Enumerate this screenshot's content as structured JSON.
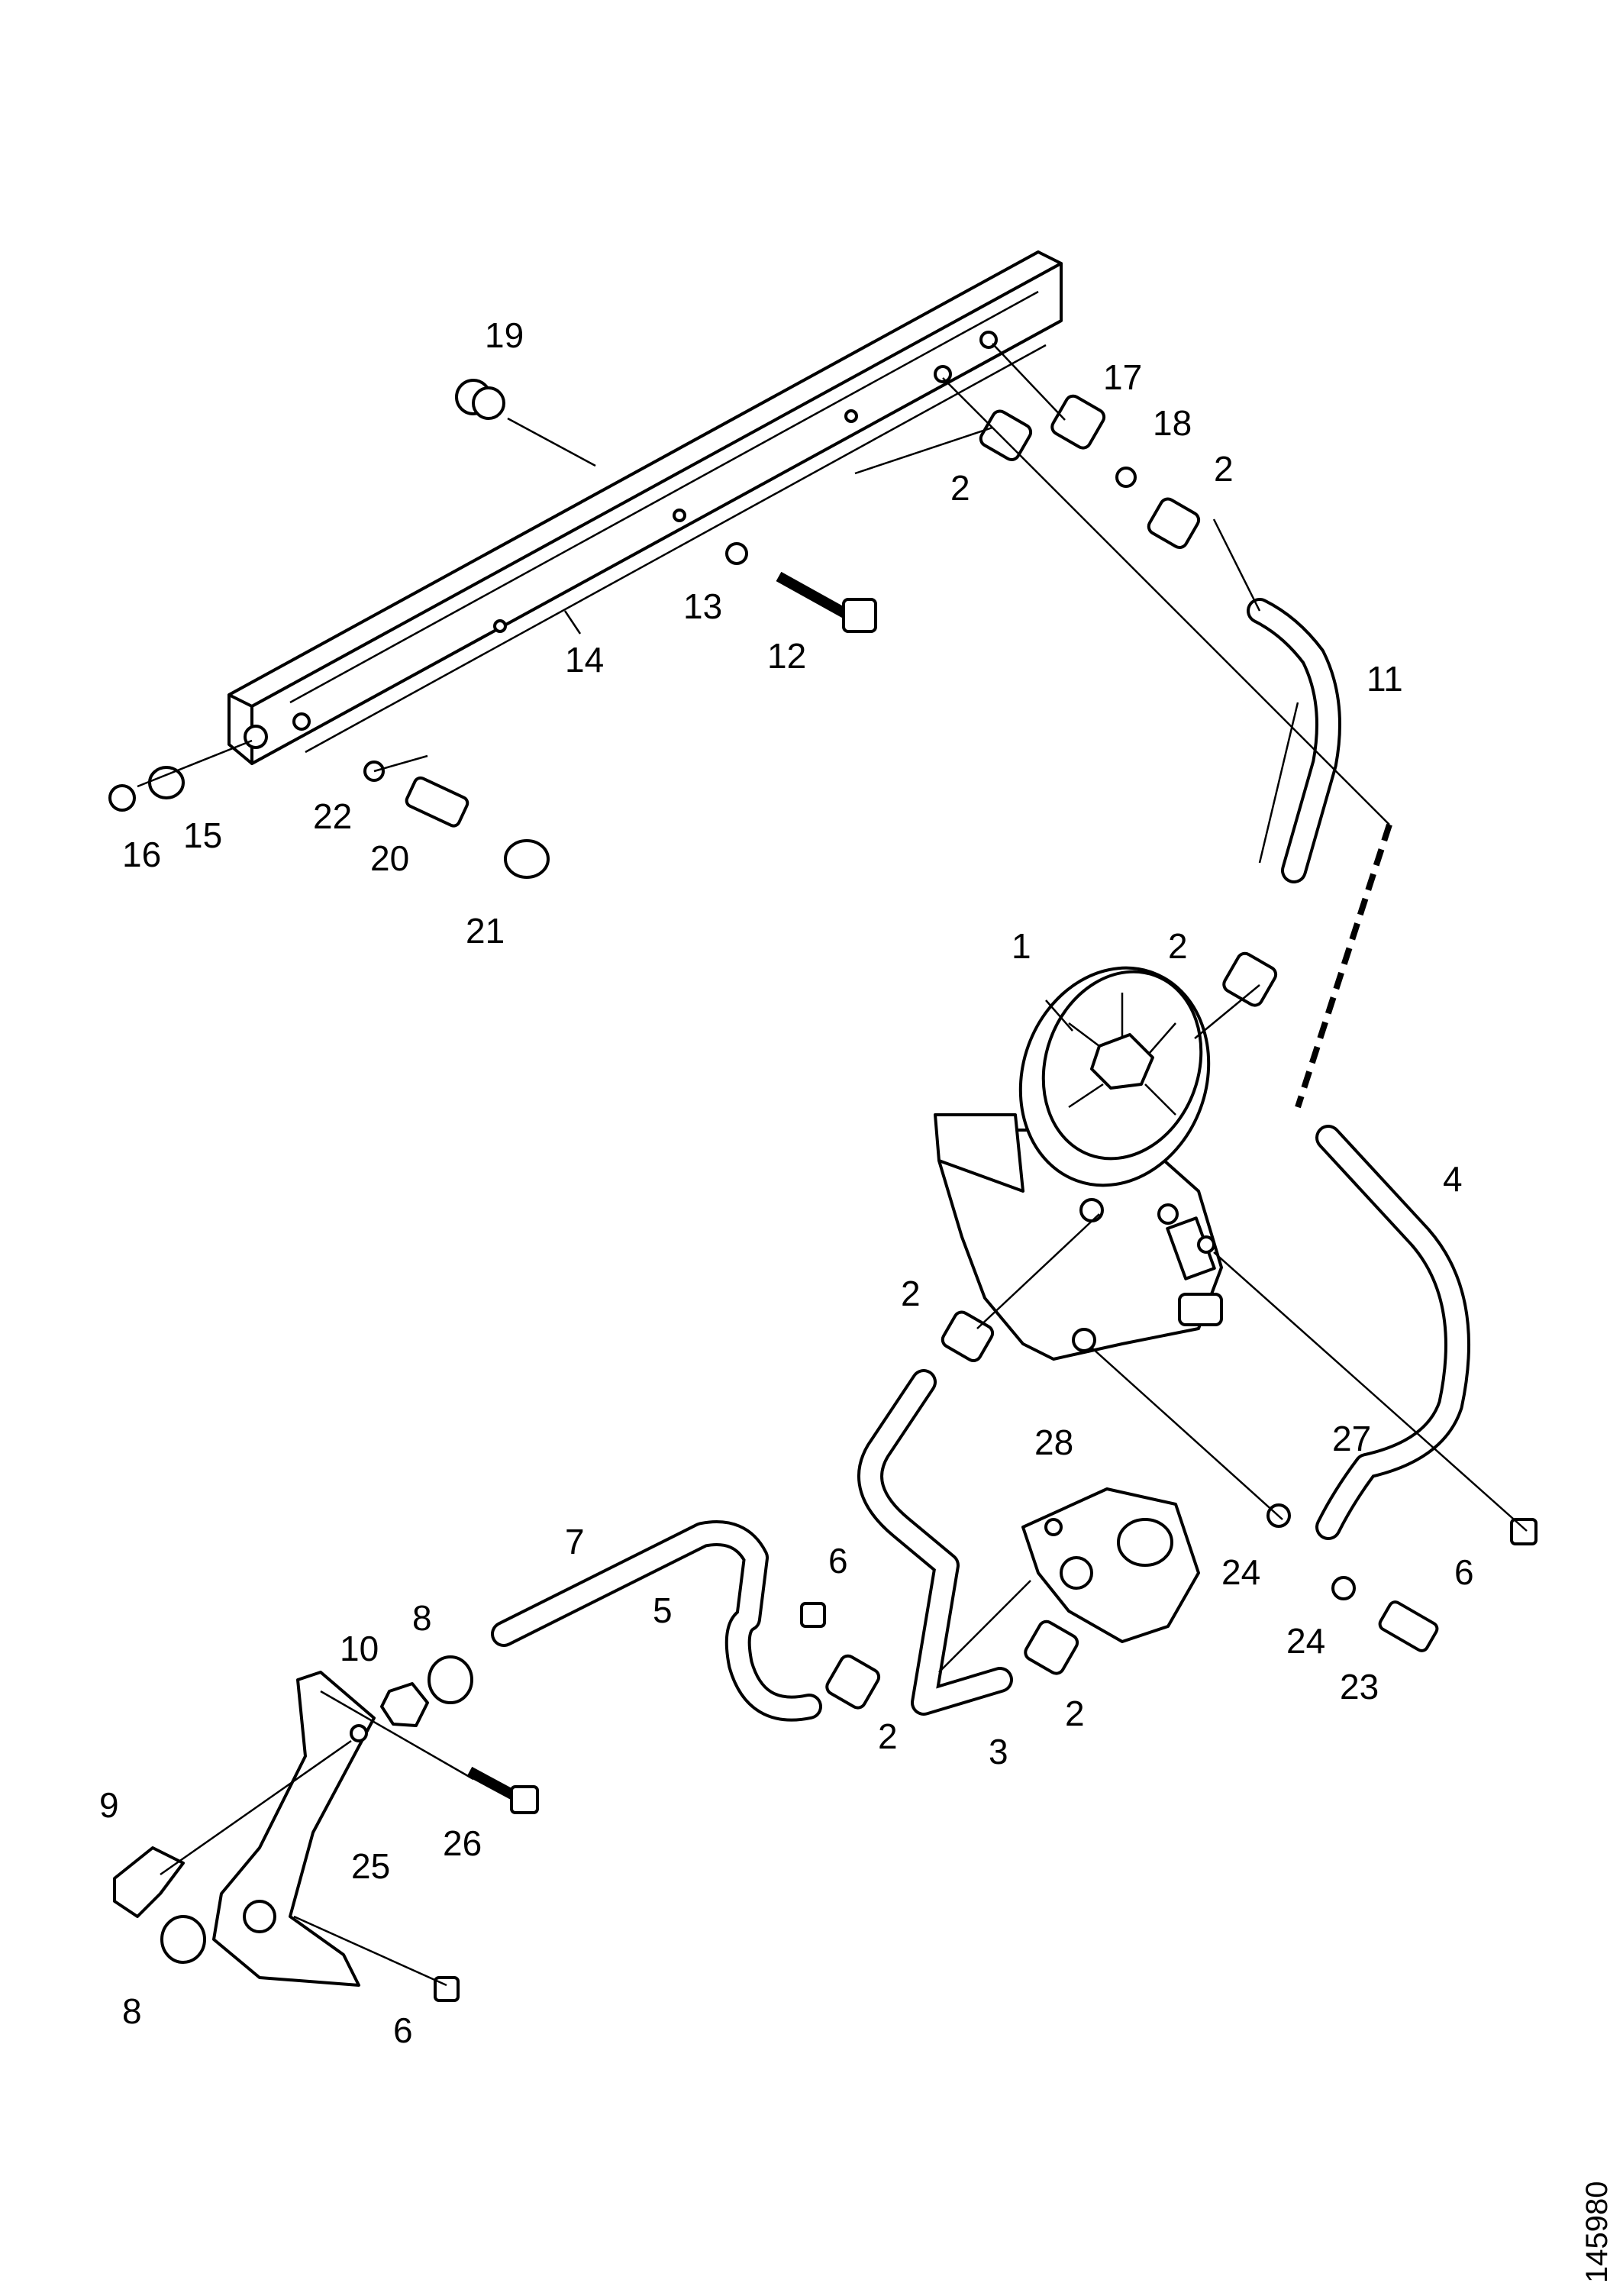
{
  "figure_id": "145980",
  "callouts": [
    {
      "key": "c1",
      "label": "1"
    },
    {
      "key": "c2a",
      "label": "2"
    },
    {
      "key": "c2b",
      "label": "2"
    },
    {
      "key": "c2c",
      "label": "2"
    },
    {
      "key": "c2d",
      "label": "2"
    },
    {
      "key": "c2e",
      "label": "2"
    },
    {
      "key": "c2f",
      "label": "2"
    },
    {
      "key": "c3",
      "label": "3"
    },
    {
      "key": "c4",
      "label": "4"
    },
    {
      "key": "c5",
      "label": "5"
    },
    {
      "key": "c6a",
      "label": "6"
    },
    {
      "key": "c6b",
      "label": "6"
    },
    {
      "key": "c6c",
      "label": "6"
    },
    {
      "key": "c7",
      "label": "7"
    },
    {
      "key": "c8a",
      "label": "8"
    },
    {
      "key": "c8b",
      "label": "8"
    },
    {
      "key": "c9",
      "label": "9"
    },
    {
      "key": "c10",
      "label": "10"
    },
    {
      "key": "c11",
      "label": "11"
    },
    {
      "key": "c12",
      "label": "12"
    },
    {
      "key": "c13",
      "label": "13"
    },
    {
      "key": "c14",
      "label": "14"
    },
    {
      "key": "c15",
      "label": "15"
    },
    {
      "key": "c16",
      "label": "16"
    },
    {
      "key": "c17",
      "label": "17"
    },
    {
      "key": "c18",
      "label": "18"
    },
    {
      "key": "c19",
      "label": "19"
    },
    {
      "key": "c20",
      "label": "20"
    },
    {
      "key": "c21",
      "label": "21"
    },
    {
      "key": "c22",
      "label": "22"
    },
    {
      "key": "c23",
      "label": "23"
    },
    {
      "key": "c24a",
      "label": "24"
    },
    {
      "key": "c24b",
      "label": "24"
    },
    {
      "key": "c25",
      "label": "25"
    },
    {
      "key": "c26",
      "label": "26"
    },
    {
      "key": "c27",
      "label": "27"
    },
    {
      "key": "c28",
      "label": "28"
    }
  ]
}
